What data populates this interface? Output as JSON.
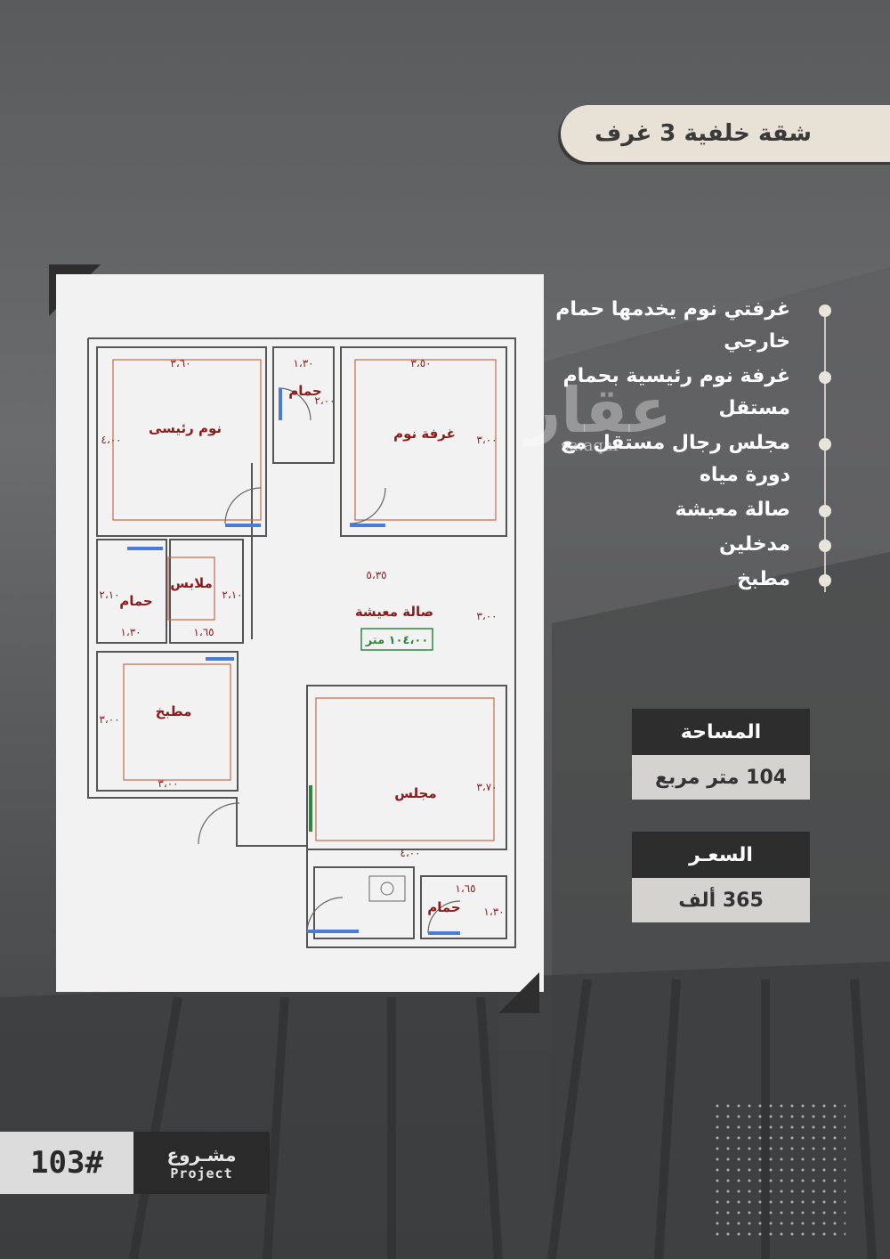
{
  "title": "شقة خلفية 3 غرف",
  "features": [
    "غرفتي نوم يخدمها حمام خارجي",
    "غرفة نوم رئيسية بحمام مستقل",
    "مجلس رجال مستقل مع دورة مياه",
    "صالة معيشة",
    "مدخلين",
    "مطبخ"
  ],
  "area": {
    "label": "المساحة",
    "value": "104 متر مربع"
  },
  "price": {
    "label": "السعـر",
    "value": "365 ألف"
  },
  "project": {
    "number": "103#",
    "label_ar": "مشـروع",
    "label_en": "Project"
  },
  "watermark": {
    "brand": "عقار",
    "url": "sa.aqar"
  },
  "floor_plan": {
    "rooms": {
      "master_bedroom": "نوم رئيسى",
      "bathroom_top": "حمام",
      "bedroom": "غرفة نوم",
      "closet": "ملابس",
      "bathroom_left": "حمام",
      "living": "صالة معيشة",
      "living_area": "١٠٤،٠٠ متر",
      "kitchen": "مطبخ",
      "majlis": "مجلس",
      "bathroom_bottom": "حمام"
    },
    "dimensions": {
      "master_w": "٣،٦٠",
      "master_h": "٤،٠٠",
      "bath_top_w": "١،٣٠",
      "bath_top_h": "٢،٠٠",
      "bedroom_w": "٣،٥٠",
      "bedroom_h": "٣،٠٠",
      "bath_left_w": "١،٣٠",
      "bath_left_h": "٢،١٠",
      "closet_w": "١،٦٥",
      "closet_h": "٢،١٠",
      "living_w": "٥،٣٥",
      "living_h": "٣،٠٠",
      "kitchen_w": "٣،٠٠",
      "kitchen_h": "٣،٠٠",
      "majlis_w": "٤،٠٠",
      "majlis_h": "٣،٧٠",
      "bath_bottom_w": "١،٦٥",
      "bath_bottom_h": "١،٣٠"
    }
  },
  "colors": {
    "accent": "#e7e1d6",
    "dark": "#2d2d2e",
    "plan_text": "#8a1c1c",
    "plan_bg": "#f2f2f2"
  }
}
